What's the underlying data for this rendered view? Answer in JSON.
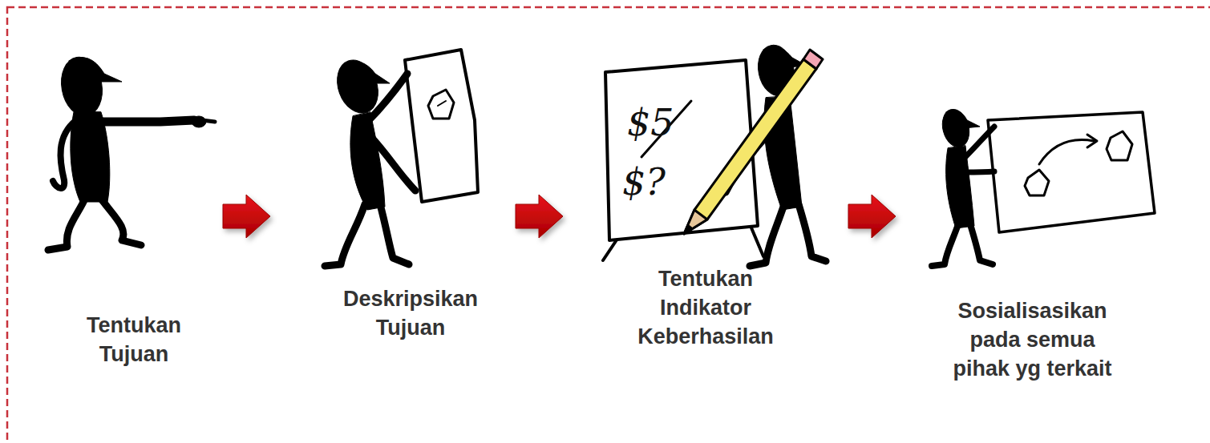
{
  "diagram": {
    "nodes": [
      {
        "text": [
          "Tentukan Tujuan"
        ]
      },
      {
        "text": [
          "Deskripsikan Tujuan"
        ]
      },
      {
        "text": [
          "Tentukan Indikator Keberhasilan"
        ]
      },
      {
        "text": [
          "Sosialisasikan pada semua pihak yg terkait"
        ]
      }
    ],
    "edges": [
      {
        "from": 0,
        "to": 1,
        "arrow": "to"
      },
      {
        "from": 1,
        "to": 2,
        "arrow": "to"
      },
      {
        "from": 2,
        "to": 3,
        "arrow": "to"
      }
    ],
    "labels": [
      "$5",
      "$?"
    ]
  }
}
